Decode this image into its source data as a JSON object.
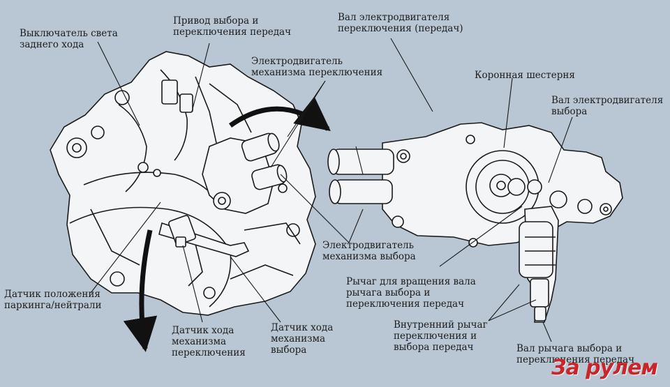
{
  "labels": {
    "reverse_light_switch": "Выключатель света\nзаднего хода",
    "select_shift_drive": "Привод выбора и\nпереключения передач",
    "shift_motor_top": "Электродвигатель\nмеханизма переключения",
    "shift_motor_shaft": "Вал электродвигателя\nпереключения (передач)",
    "ring_gear": "Коронная шестерня",
    "select_motor_shaft": "Вал электродвигателя\nвыбора",
    "select_motor": "Электродвигатель\nмеханизма выбора",
    "lever_rotation": "Рычаг для вращения вала\nрычага выбора и\nпереключения передач",
    "inner_lever": "Внутренний рычаг\nпереключения и\nвыбора передач",
    "lever_shaft": "Вал рычага выбора и\nпереключения передач",
    "park_neutral_sensor": "Датчик положения\nпаркинга/нейтрали",
    "shift_stroke_sensor": "Датчик хода\nмеханизма\nпереключения",
    "select_stroke_sensor": "Датчик хода\nмеханизма\nвыбора"
  },
  "watermark": "За рулем",
  "colors": {
    "background": "#b9c7d4",
    "line": "#1a1a1a",
    "part_fill": "#f4f5f6",
    "watermark": "#c8262b"
  }
}
